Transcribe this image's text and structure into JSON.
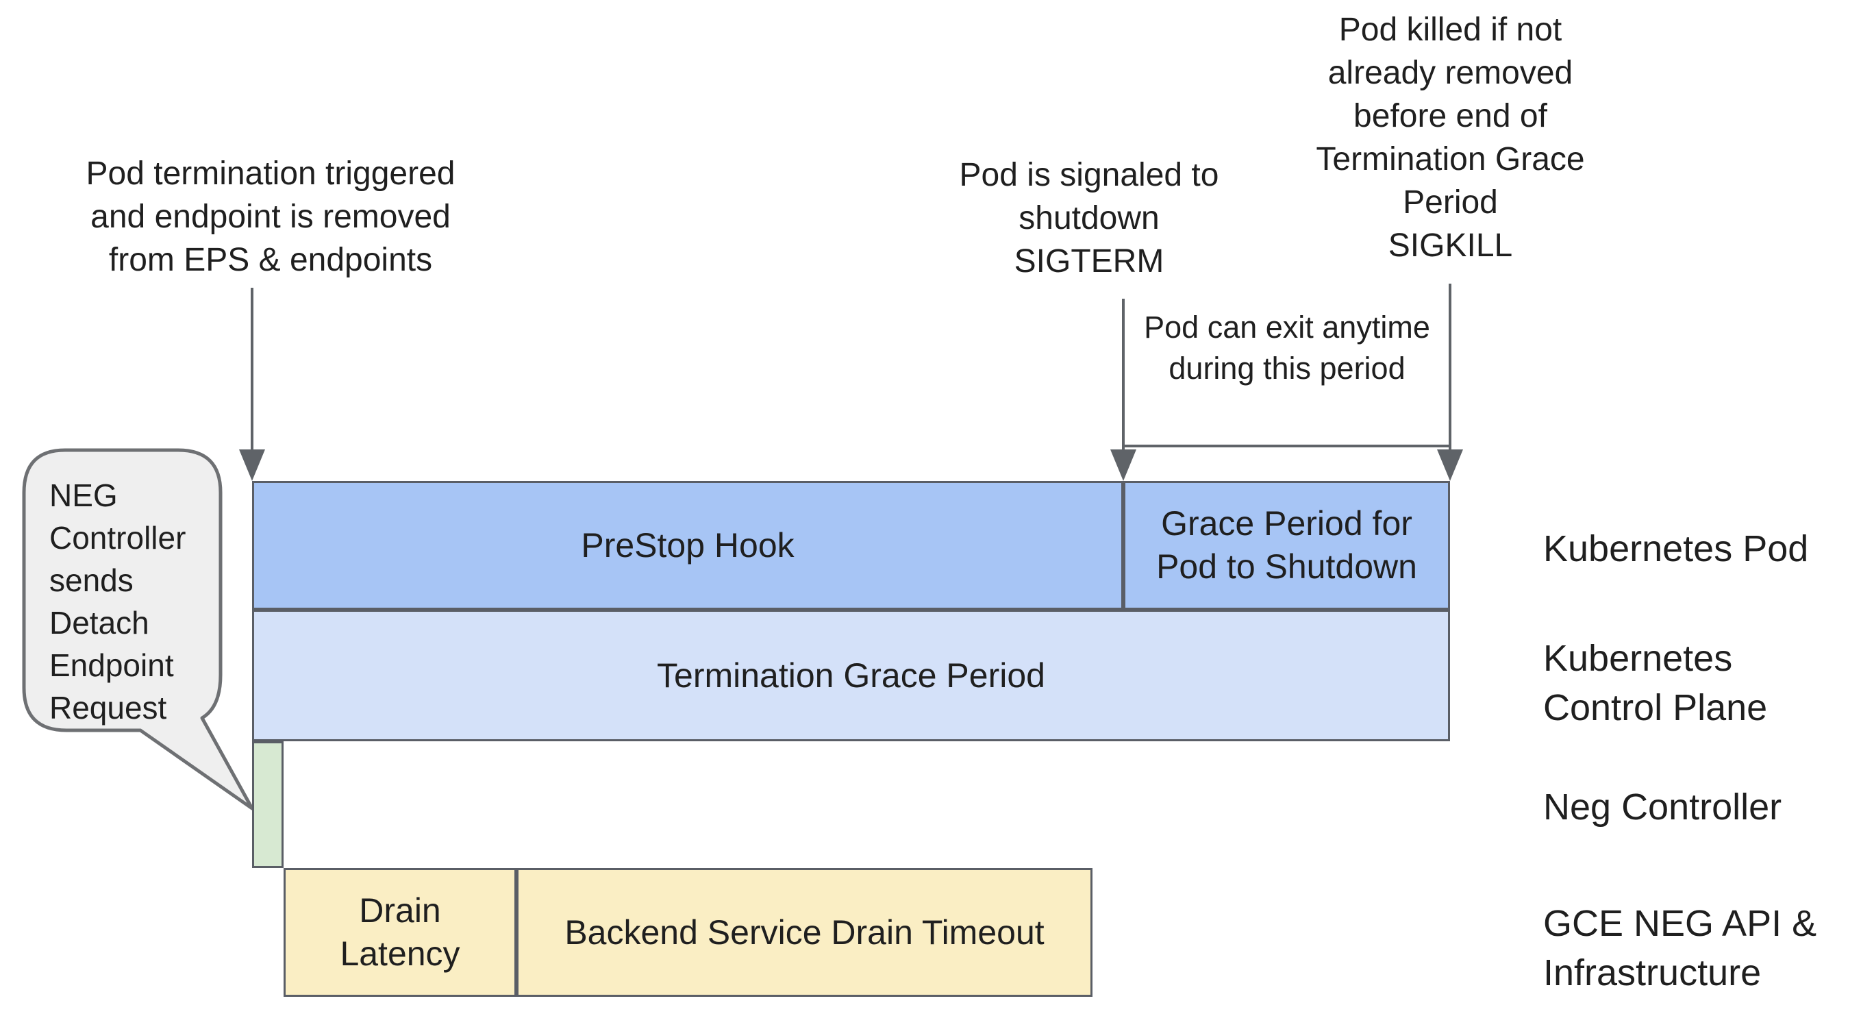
{
  "colors": {
    "bar_blue": "#a7c5f5",
    "bar_light_blue": "#d4e1f9",
    "bar_green": "#d7e9d2",
    "bar_yellow": "#faeec4",
    "bar_border": "#5a5e66",
    "arrow_gray": "#5f6368",
    "bubble_fill": "#efefef",
    "bubble_border": "#6e7073",
    "text": "#1f1f1f"
  },
  "annotations": {
    "pod_termination": "Pod termination triggered\nand endpoint is removed\nfrom EPS & endpoints",
    "sigterm": "Pod is signaled to\nshutdown\nSIGTERM",
    "sigkill": "Pod killed if not\nalready removed\nbefore end of\nTermination Grace\nPeriod\nSIGKILL",
    "pod_exit": "Pod can exit anytime\nduring this period",
    "neg_bubble": "NEG\nController\nsends\nDetach\nEndpoint\nRequest"
  },
  "timeline": {
    "prestop": "PreStop Hook",
    "grace_period": "Grace Period for\nPod to Shutdown",
    "termination_grace": "Termination Grace Period",
    "drain_latency": "Drain\nLatency",
    "backend_drain": "Backend Service Drain Timeout"
  },
  "rows": {
    "pod": "Kubernetes Pod",
    "control_plane": "Kubernetes\nControl Plane",
    "neg_controller": "Neg Controller",
    "gce": "GCE NEG API &\nInfrastructure"
  }
}
